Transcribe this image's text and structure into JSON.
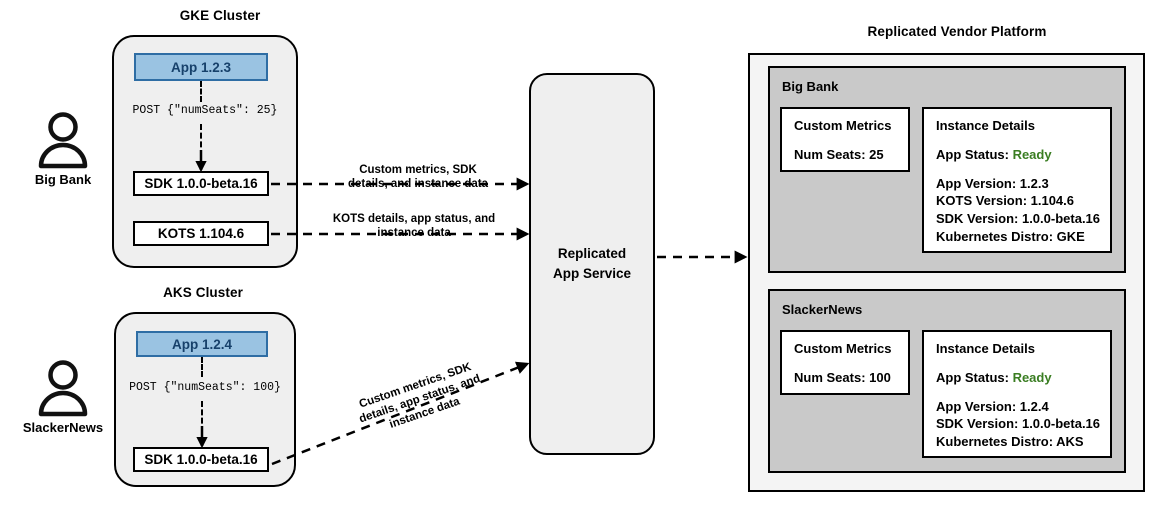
{
  "diagram": {
    "title_gke": "GKE Cluster",
    "title_aks": "AKS Cluster",
    "title_platform": "Replicated Vendor Platform"
  },
  "actors": [
    {
      "name": "Big Bank",
      "icon": "user-icon"
    },
    {
      "name": "SlackerNews",
      "icon": "user-icon"
    }
  ],
  "gke_cluster": {
    "app": "App 1.2.3",
    "post_label": "POST {\"numSeats\": 25}",
    "sdk": "SDK 1.0.0-beta.16",
    "kots": "KOTS 1.104.6"
  },
  "aks_cluster": {
    "app": "App 1.2.4",
    "post_label": "POST {\"numSeats\": 100}",
    "sdk": "SDK 1.0.0-beta.16"
  },
  "service": {
    "line1": "Replicated",
    "line2": "App Service"
  },
  "edges": {
    "sdk_to_service": "Custom metrics, SDK\ndetails, and instance data",
    "kots_to_service": "KOTS details, app status, and\ninstance data",
    "aks_to_service": "Custom metrics, SDK\ndetails, app status, and\ninstance data"
  },
  "tenants": [
    {
      "name": "Big Bank",
      "metrics": {
        "title": "Custom Metrics",
        "line": "Num Seats: 25"
      },
      "details": {
        "title": "Instance Details",
        "status_label": "App Status:",
        "status_value": "Ready",
        "lines": [
          "App Version: 1.2.3",
          "KOTS Version: 1.104.6",
          "SDK Version: 1.0.0-beta.16",
          "Kubernetes Distro: GKE"
        ]
      }
    },
    {
      "name": "SlackerNews",
      "metrics": {
        "title": "Custom Metrics",
        "line": "Num Seats: 100"
      },
      "details": {
        "title": "Instance Details",
        "status_label": "App Status:",
        "status_value": "Ready",
        "lines": [
          "App Version: 1.2.4",
          "SDK Version: 1.0.0-beta.16",
          "Kubernetes Distro: AKS"
        ]
      }
    }
  ],
  "colors": {
    "app_fill": "#9ac3e2",
    "app_border": "#2e6da4",
    "app_text": "#17416b",
    "cluster_fill": "#efefef",
    "tenant_fill": "#c9c9c9",
    "platform_fill": "#f4f4f4",
    "status_ready": "#3a7d22",
    "stroke": "#000000"
  }
}
